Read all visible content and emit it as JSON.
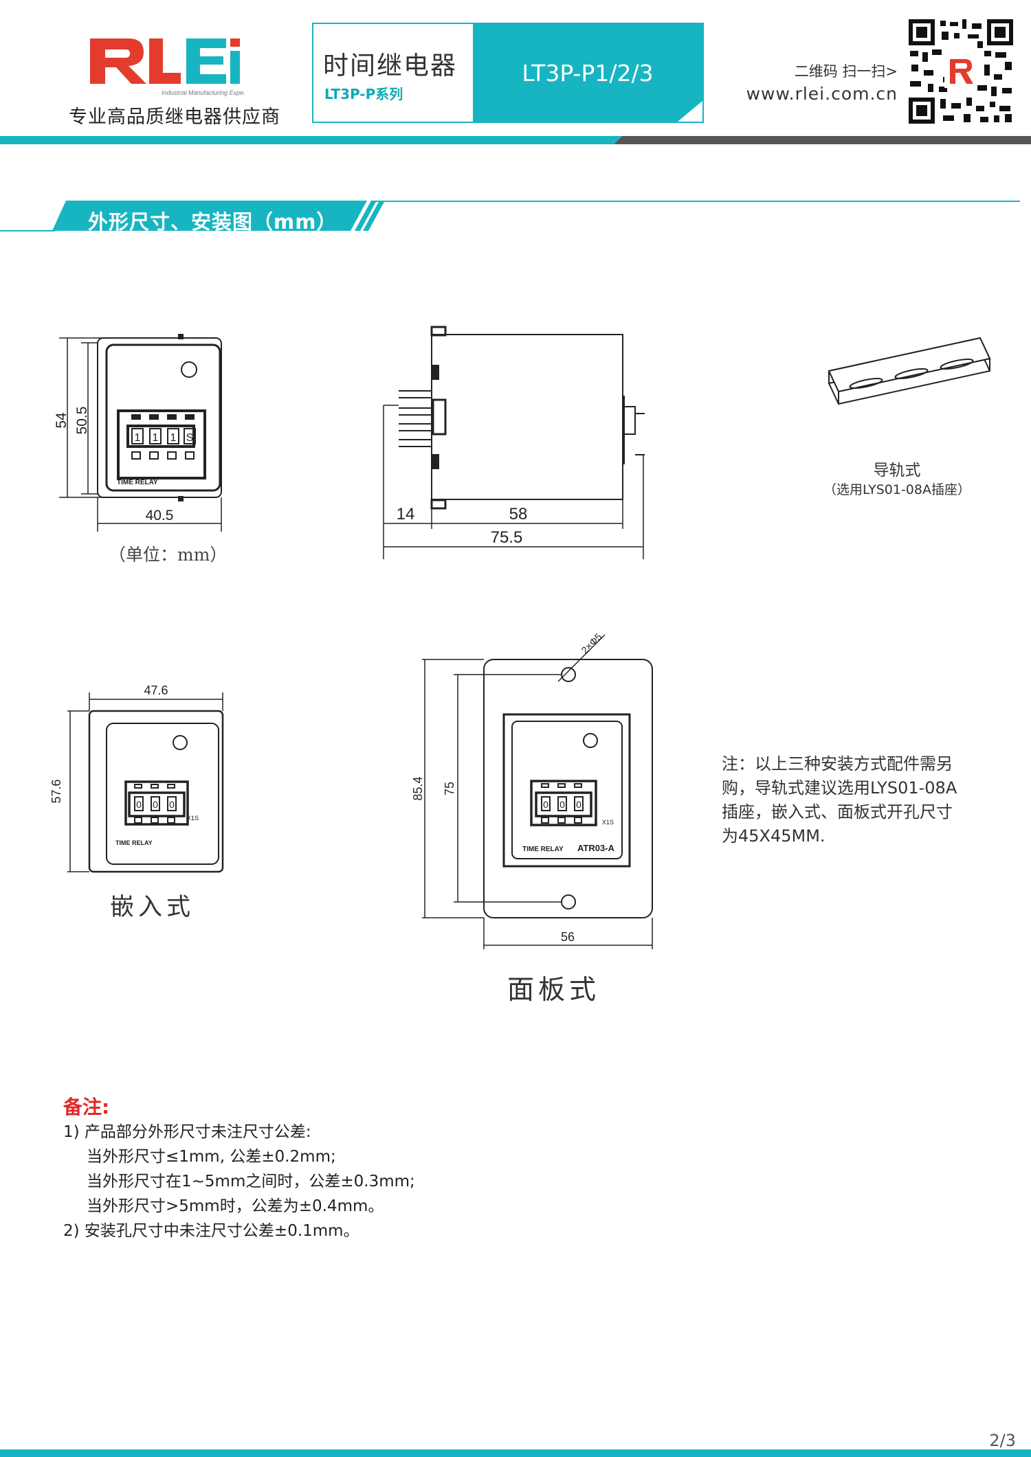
{
  "header": {
    "tagline": "专业高品质继电器供应商",
    "logo_text": "RLEi",
    "logo_subtext": "Industrial Manufacturing Expert",
    "product_category": "时间继电器",
    "product_series": "LT3P-P系列",
    "product_model": "LT3P-P1/2/3",
    "qr_hint": "二维码 扫一扫>",
    "website": "www.rlei.com.cn"
  },
  "section": {
    "title": "外形尺寸、安装图（mm）"
  },
  "diagrams": {
    "front": {
      "dim_height_outer": "54",
      "dim_height_inner": "50.5",
      "dim_width": "40.5",
      "display_digits": [
        "1",
        "1",
        "1",
        "S"
      ],
      "label_text": "TIME RELAY",
      "unit_label": "（单位：mm）"
    },
    "side": {
      "dim_pins": "14",
      "dim_body": "58",
      "dim_total": "75.5"
    },
    "rail": {
      "label": "导轨式",
      "sub_label": "（选用LYS01-08A插座）"
    },
    "flush": {
      "dim_width": "47.6",
      "dim_height": "57.6",
      "display_digits": [
        "0",
        "0",
        "0"
      ],
      "unit_text": "X1S",
      "label_text": "TIME RELAY",
      "caption": "嵌入式"
    },
    "panel": {
      "hole_label": "2×Φ5",
      "dim_height_outer": "85.4",
      "dim_height_inner": "75",
      "dim_width": "56",
      "display_digits": [
        "0",
        "0",
        "0"
      ],
      "unit_text": "X1S",
      "label_text": "TIME RELAY",
      "model_text": "ATR03-A",
      "caption": "面板式"
    }
  },
  "note": {
    "lines": [
      "注：以上三种安装方式配件需另",
      "购，导轨式建议选用LYS01-08A",
      "插座，嵌入式、面板式开孔尺寸",
      "为45X45MM."
    ]
  },
  "remarks": {
    "title": "备注:",
    "lines": [
      "1) 产品部分外形尺寸未注尺寸公差:",
      "当外形尺寸≤1mm, 公差±0.2mm;",
      "当外形尺寸在1~5mm之间时，公差±0.3mm;",
      "当外形尺寸>5mm时，公差为±0.4mm。",
      "2) 安装孔尺寸中未注尺寸公差±0.1mm。"
    ]
  },
  "footer": {
    "page": "2/3"
  },
  "colors": {
    "accent": "#17b5c1",
    "logo_red": "#e33b2e",
    "remark_red": "#e0292b",
    "dark_stripe": "#555555"
  }
}
